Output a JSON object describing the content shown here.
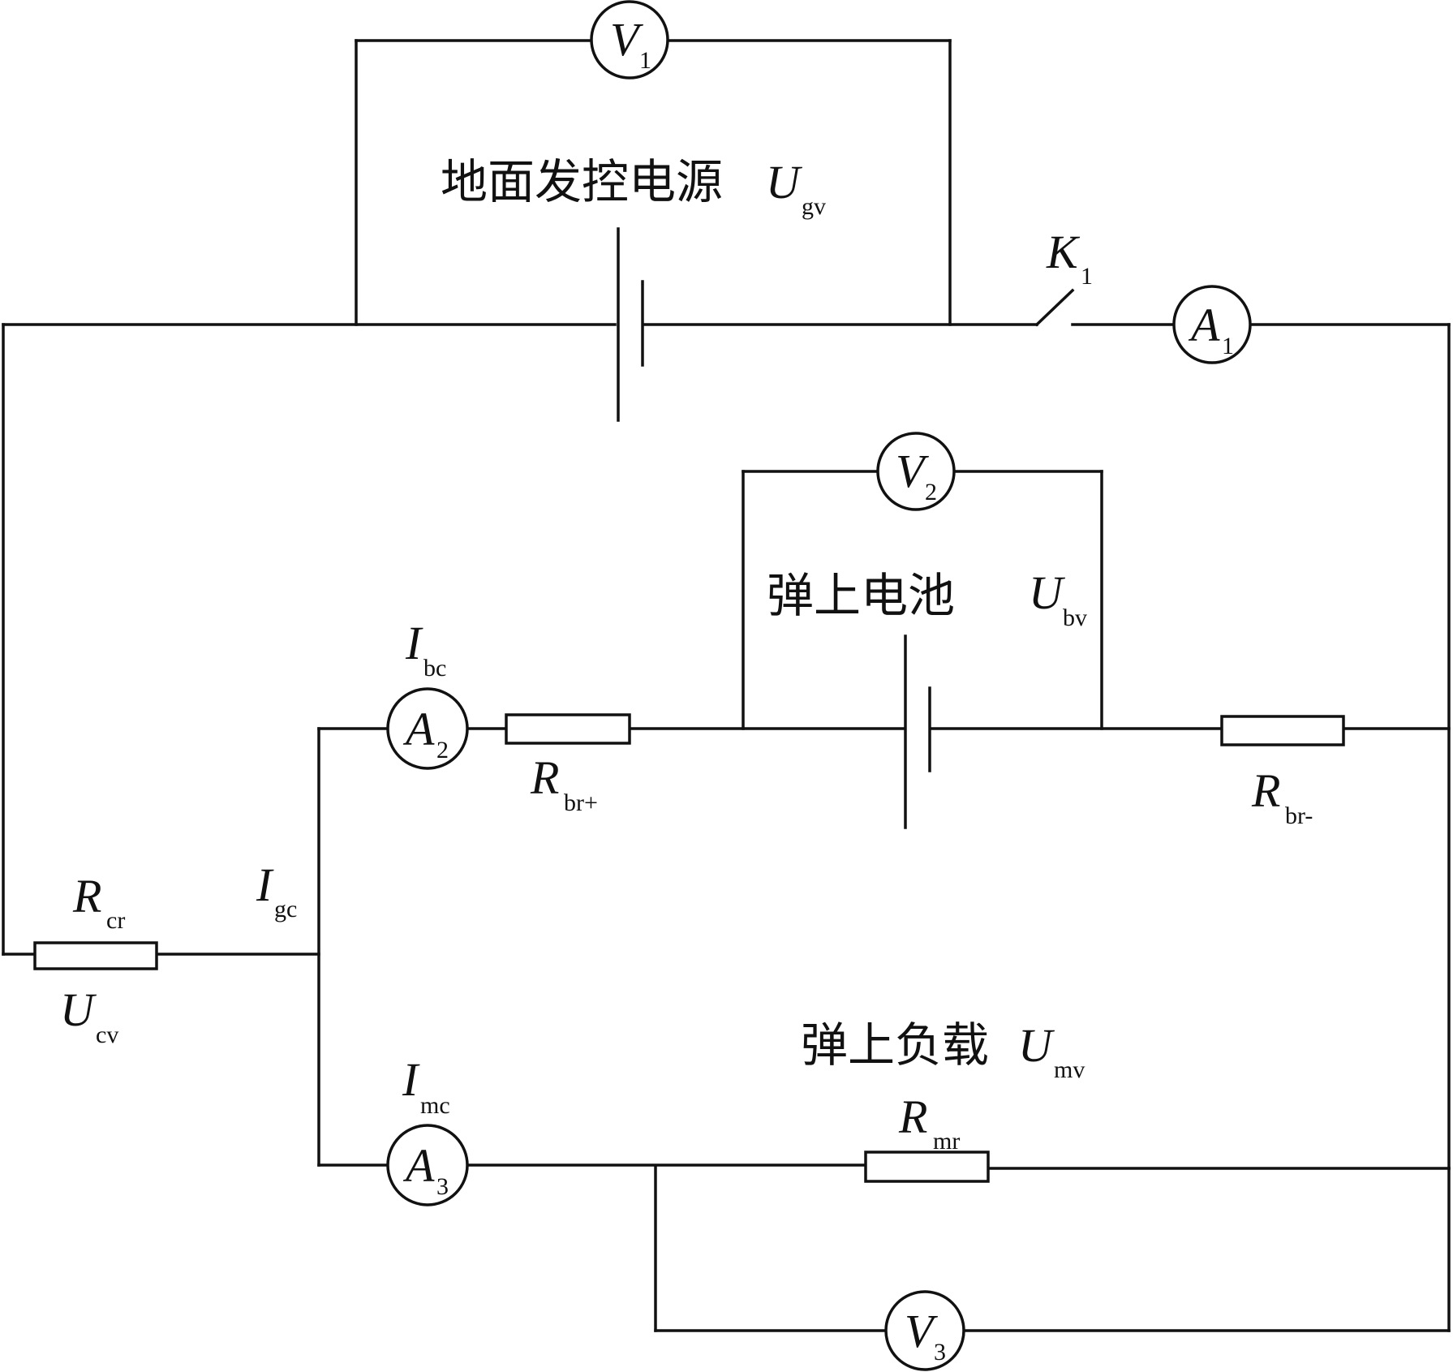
{
  "labels": {
    "ground_source": "地面发控电源",
    "onboard_battery": "弹上电池",
    "onboard_load": "弹上负载"
  },
  "symbols": {
    "U": "U",
    "R": "R",
    "I": "I",
    "K": "K",
    "A": "A",
    "V": "V"
  },
  "subscripts": {
    "ugv": "gv",
    "ubv": "bv",
    "umv": "mv",
    "ucv": "cv",
    "rcr": "cr",
    "rbrp": "br+",
    "rbrm": "br-",
    "rmr": "mr",
    "ibc": "bc",
    "igc": "gc",
    "imc": "mc",
    "k1": "1",
    "a1": "1",
    "a2": "2",
    "a3": "3",
    "v1": "1",
    "v2": "2",
    "v3": "3"
  }
}
